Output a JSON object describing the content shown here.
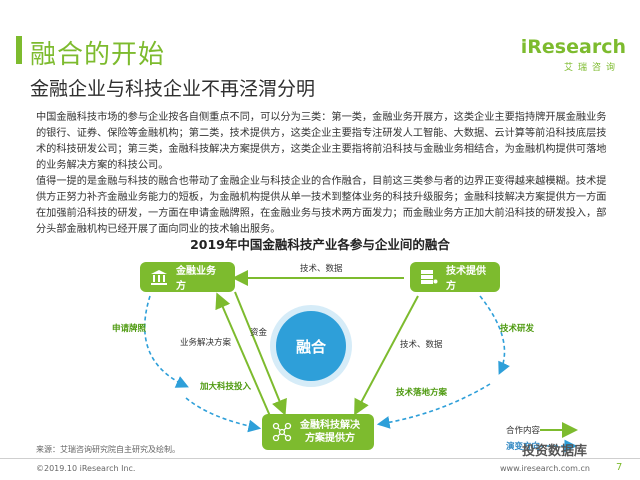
{
  "header": {
    "title": "融合的开始",
    "subtitle": "金融企业与科技企业不再泾渭分明",
    "logo_text": "iResearch",
    "logo_sub": "艾瑞咨询"
  },
  "body": {
    "paragraph1": "中国金融科技市场的参与企业按各自侧重点不同，可以分为三类：第一类，金融业务开展方，这类企业主要指持牌开展金融业务的银行、证券、保险等金融机构；第二类，技术提供方，这类企业主要指专注研发人工智能、大数据、云计算等前沿科技底层技术的科技研发公司；第三类，金融科技解决方案提供方，这类企业主要指将前沿科技与金融业务相结合，为金融机构提供可落地的业务解决方案的科技公司。",
    "paragraph2": "值得一提的是金融与科技的融合也带动了金融企业与科技企业的合作融合，目前这三类参与者的边界正变得越来越模糊。技术提供方正努力补齐金融业务能力的短板，为金融机构提供从单一技术到整体业务的科技升级服务；金融科技解决方案提供方一方面在加强前沿科技的研发，一方面在申请金融牌照，在金融业务与技术两方面发力；而金融业务方正加大前沿科技的研发投入，部分头部金融机构已经开展了面向同业的技术输出服务。"
  },
  "diagram": {
    "title": "2019年中国金融科技产业各参与企业间的融合",
    "node_finance": "金融业务方",
    "node_tech": "技术提供方",
    "node_solution_line1": "金融科技解决",
    "node_solution_line2": "方案提供方",
    "center": "融合",
    "edge_top": "技术、数据",
    "edge_capital": "资金",
    "edge_solution": "业务解决方案",
    "edge_right": "技术、数据",
    "edge_apply_license": "申请牌照",
    "edge_tech_rd": "技术研发",
    "edge_more_invest": "加大科技投入",
    "edge_tech_landing": "技术落地方案",
    "legend_coop": "合作内容",
    "legend_evolve": "演变方向"
  },
  "footer": {
    "source": "来源：艾瑞咨询研究院自主研究及绘制。",
    "copyright": "©2019.10 iResearch Inc.",
    "url": "www.iresearch.com.cn",
    "watermark": "投资数据库",
    "page": "7"
  },
  "colors": {
    "green": "#7dbb2e",
    "blue": "#2e9fd9"
  }
}
